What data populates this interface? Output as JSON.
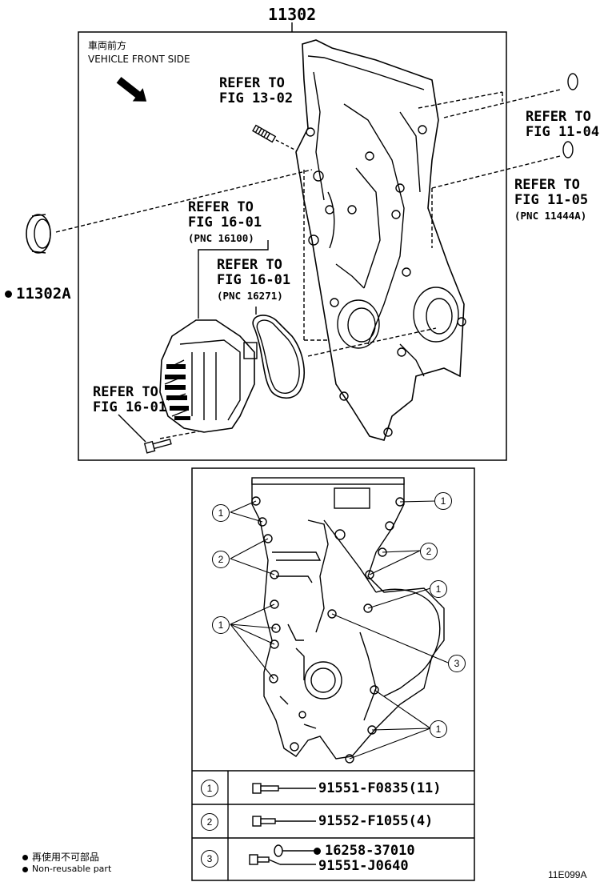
{
  "top_part_number": "11302",
  "direction_jp": "車両前方",
  "direction_en": "VEHICLE FRONT SIDE",
  "oil_seal_part": "11302A",
  "refs": {
    "fig_13_02": {
      "line1": "REFER TO",
      "line2": "FIG 13-02"
    },
    "fig_11_04": {
      "line1": "REFER TO",
      "line2": "FIG 11-04"
    },
    "fig_11_05": {
      "line1": "REFER TO",
      "line2": "FIG 11-05",
      "pnc": "(PNC 11444A)"
    },
    "fig_16_01_pump": {
      "line1": "REFER TO",
      "line2": "FIG 16-01",
      "pnc": "(PNC 16100)"
    },
    "fig_16_01_gasket": {
      "line1": "REFER TO",
      "line2": "FIG 16-01",
      "pnc": "(PNC 16271)"
    },
    "fig_16_01_bolt": {
      "line1": "REFER TO",
      "line2": "FIG 16-01"
    }
  },
  "bolt_callouts": [
    "1",
    "1",
    "2",
    "2",
    "1",
    "1",
    "3",
    "1"
  ],
  "bolt_table": [
    {
      "key": "1",
      "parts": [
        "91551-F0835(11)"
      ]
    },
    {
      "key": "2",
      "parts": [
        "91552-F1055(4)"
      ]
    },
    {
      "key": "3",
      "parts": [
        "16258-37010",
        "91551-J0640"
      ]
    }
  ],
  "legend": {
    "jp": "再使用不可部品",
    "en": "Non-reusable part"
  },
  "figure_code": "11E099A"
}
